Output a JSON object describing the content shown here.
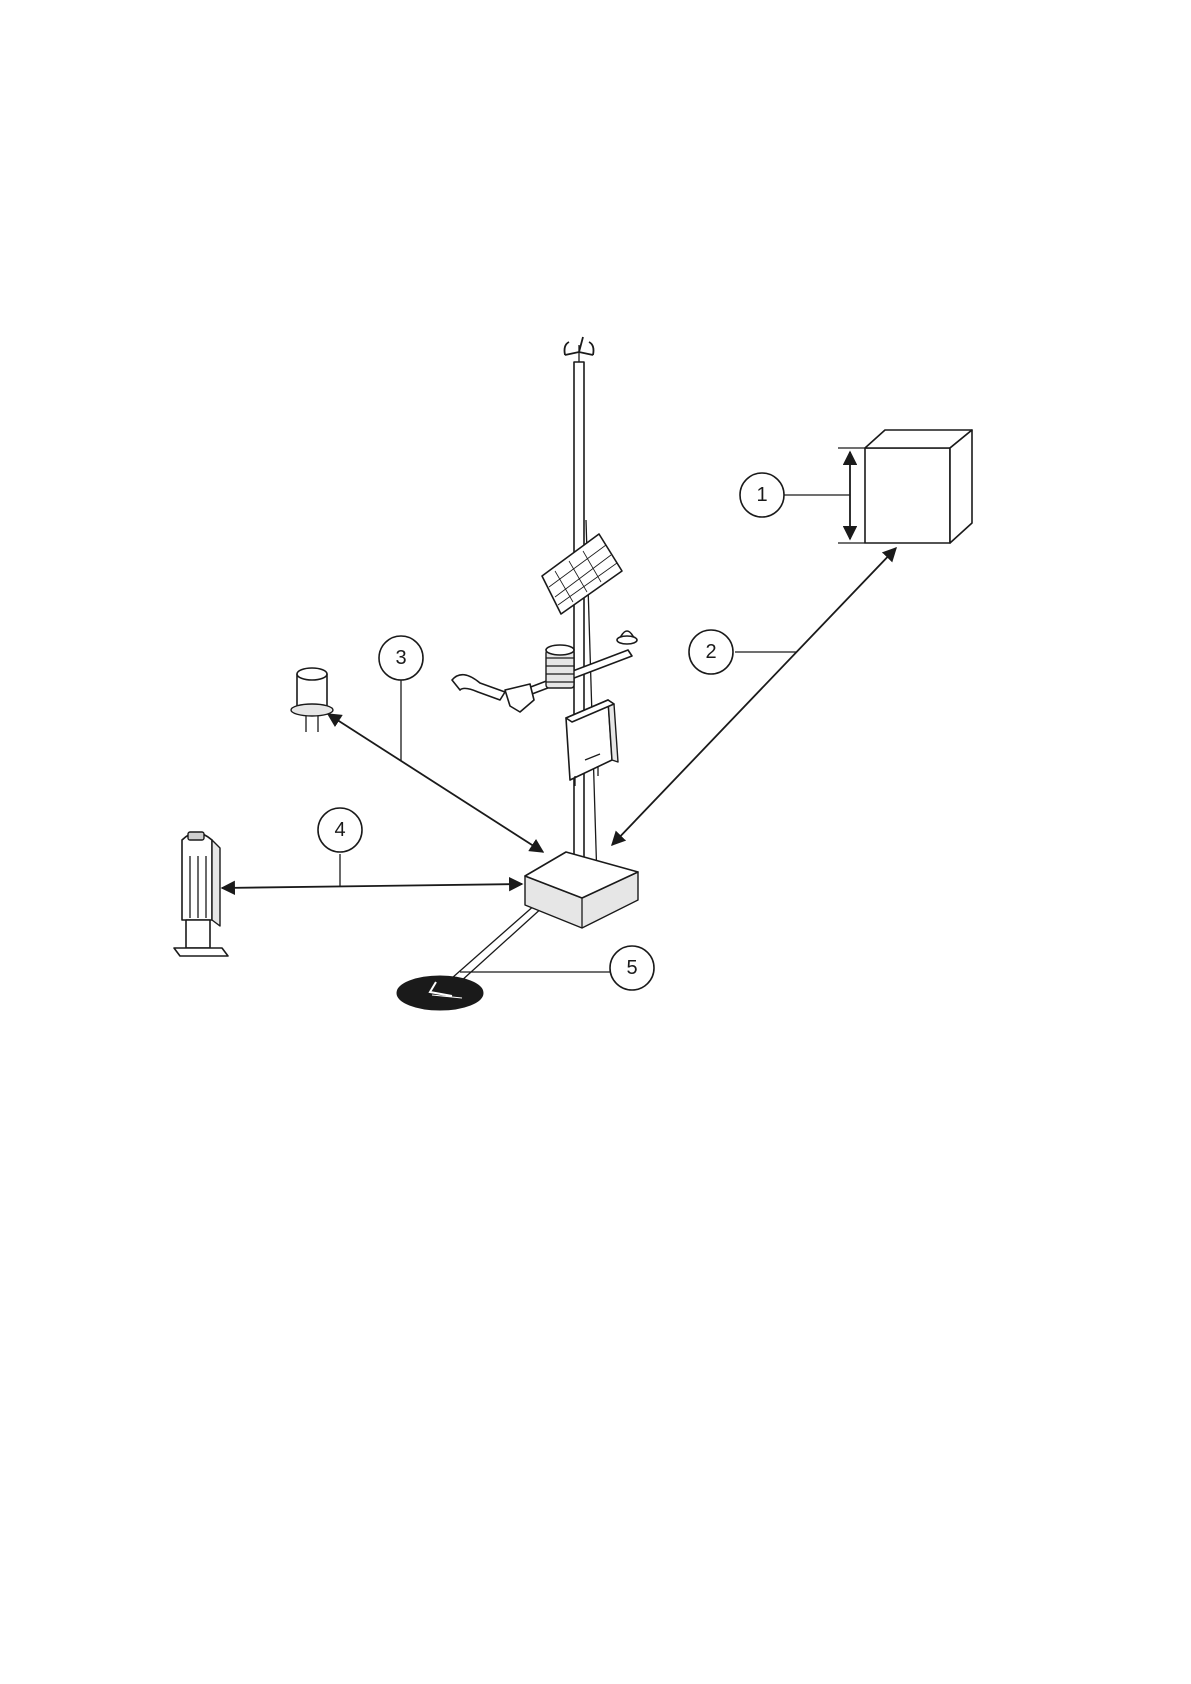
{
  "callouts": [
    {
      "id": "1",
      "label": "1"
    },
    {
      "id": "2",
      "label": "2"
    },
    {
      "id": "3",
      "label": "3"
    },
    {
      "id": "4",
      "label": "4"
    },
    {
      "id": "5",
      "label": "5"
    }
  ],
  "colors": {
    "ink": "#1a1a1a",
    "paper": "#ffffff",
    "shade": "#e6e6e6",
    "ground_sensor": "#1a1a1a"
  }
}
